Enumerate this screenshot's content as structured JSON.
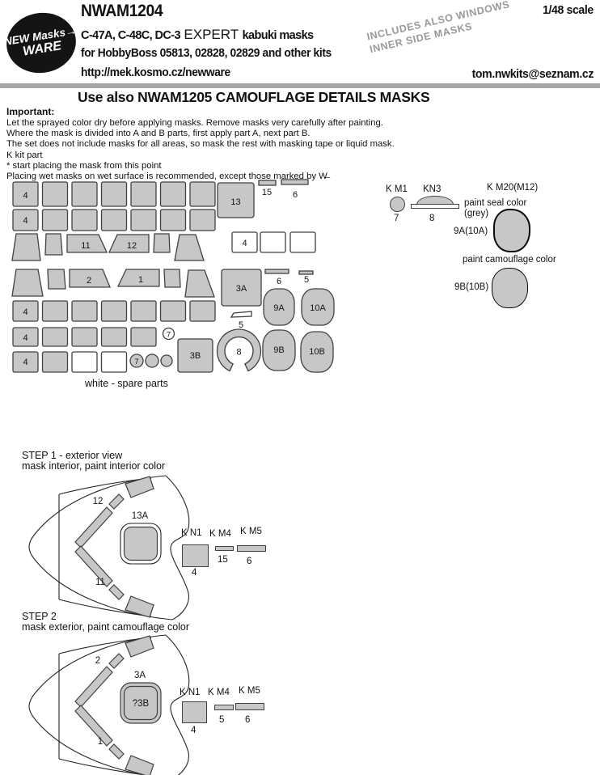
{
  "header": {
    "logo_top": "NEW Masks",
    "logo_bottom": "WARE",
    "code": "NWAM1204",
    "subtitle_a": "C-47A, C-48C, DC-3",
    "subtitle_b": "EXPERT",
    "subtitle_c": "kabuki masks",
    "kits": "for HobbyBoss 05813, 02828, 02829 and other kits",
    "url": "http://mek.kosmo.cz/newware",
    "scale": "1/48 scale",
    "includes_line1": "INCLUDES ALSO WINDOWS",
    "includes_line2": "INNER SIDE MASKS",
    "email": "tom.nwkits@seznam.cz",
    "banner": "Use also NWAM1205 CAMOUFLAGE DETAILS MASKS"
  },
  "instructions": {
    "title": "Important:",
    "lines": [
      "Let the sprayed color dry before applying masks. Remove masks very carefully after painting.",
      "Where the mask is divided into A and B parts, first apply part A, next part B.",
      "The set does not include masks for all areas, so mask the rest with masking tape or liquid mask.",
      "K  kit part",
      "*  start placing the mask from this point",
      "Placing wet masks on wet surface is recommended, except those marked by W̶"
    ]
  },
  "sheet": {
    "row1_label": "4",
    "row2_label": "4",
    "part13": "13",
    "strip15": "15",
    "strip6": "6",
    "spare4": "4",
    "part11": "11",
    "part12": "12",
    "part2": "2",
    "part1": "1",
    "part3a": "3A",
    "strip6b": "6",
    "strip5b": "5",
    "part9a": "9A",
    "part10a": "10A",
    "row5_label": "4",
    "row6_label": "4",
    "circle7": "7",
    "strip5c": "5",
    "arc8": "8",
    "row7_label": "4",
    "circle7b": "7",
    "part3b": "3B",
    "part9b": "9B",
    "part10b": "10B",
    "caption": "white - spare parts"
  },
  "km_parts": {
    "km1_title": "K M1",
    "km1_num": "7",
    "kn3_title": "KN3",
    "kn3_num": "8",
    "km20_title": "K M20(M12)",
    "seal_line1": "paint seal color",
    "seal_line2": "(grey)",
    "part_a": "9A(10A)",
    "camo_line": "paint camouflage color",
    "part_b": "9B(10B)"
  },
  "step1": {
    "title": "STEP 1 - exterior view",
    "note": "mask interior, paint interior color",
    "upper": "12",
    "center": "13A",
    "lower": "11",
    "kn1_title": "K N1",
    "kn1_num": "4",
    "km4_title": "K M4",
    "km4_num": "15",
    "km5_title": "K M5",
    "km5_num": "6"
  },
  "step2": {
    "title": "STEP 2",
    "note": "mask exterior, paint camouflage color",
    "upper": "2",
    "center": "3A",
    "lower": "1",
    "inner": "?3B",
    "kn1_title": "K N1",
    "kn1_num": "4",
    "km4_title": "K M4",
    "km4_num": "5",
    "km5_title": "K M5",
    "km5_num": "6"
  },
  "colors": {
    "mask_fill": "#c7c7c7",
    "outline": "#414141",
    "divider": "#a6a6a6",
    "note_gray": "#999999",
    "logo_bg": "#141414"
  }
}
